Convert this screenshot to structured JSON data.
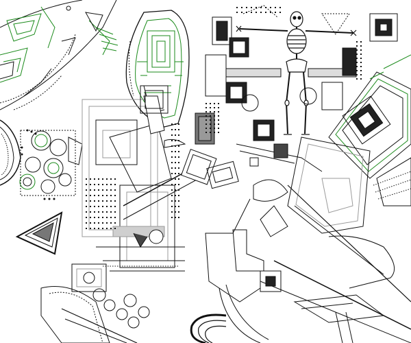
{
  "canvas": {
    "background": "#ffffff",
    "line_color": "#111111",
    "accent_green": "#1a8a1a",
    "plan_gray": "#9a9a9a",
    "dark_fill": "#222222"
  },
  "figure": {
    "title": "",
    "elements": [
      "radial-site-plan",
      "courtyard-garden-plan",
      "central-building-complex",
      "skeleton-figure",
      "dotted-campus-plan",
      "curved-freeform-plan",
      "triangular-pavilion",
      "bottom-left-complex",
      "circular-temple-plans",
      "stadium-track-plan"
    ]
  }
}
